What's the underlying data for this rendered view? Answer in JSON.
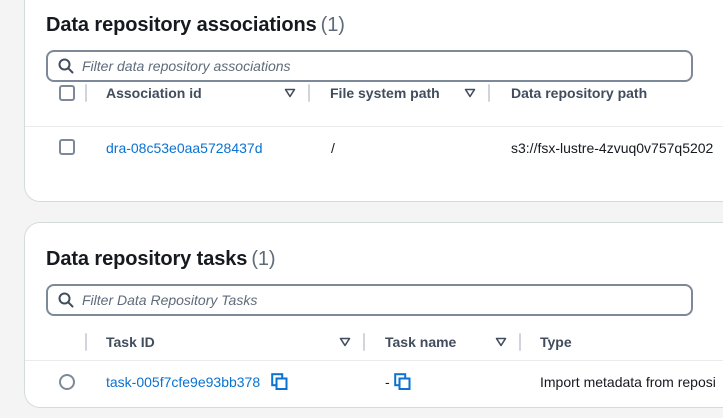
{
  "associations": {
    "title": "Data repository associations",
    "count": "(1)",
    "search": {
      "placeholder": "Filter data repository associations"
    },
    "columns": {
      "association_id": "Association id",
      "file_system_path": "File system path",
      "data_repository_path": "Data repository path"
    },
    "rows": [
      {
        "association_id": "dra-08c53e0aa5728437d",
        "file_system_path": "/",
        "data_repository_path": "s3://fsx-lustre-4zvuq0v757q5202"
      }
    ]
  },
  "tasks": {
    "title": "Data repository tasks",
    "count": "(1)",
    "search": {
      "placeholder": "Filter Data Repository Tasks"
    },
    "columns": {
      "task_id": "Task ID",
      "task_name": "Task name",
      "type": "Type"
    },
    "rows": [
      {
        "task_id": "task-005f7cfe9e93bb378",
        "task_name": "-",
        "type": "Import metadata from reposi"
      }
    ]
  },
  "icons": {
    "search": "search-icon",
    "sort": "caret-down-icon",
    "copy": "copy-icon"
  },
  "colors": {
    "link": "#0972d3",
    "heading": "#16191f",
    "muted": "#5f6b7a",
    "border": "#7d8998"
  }
}
